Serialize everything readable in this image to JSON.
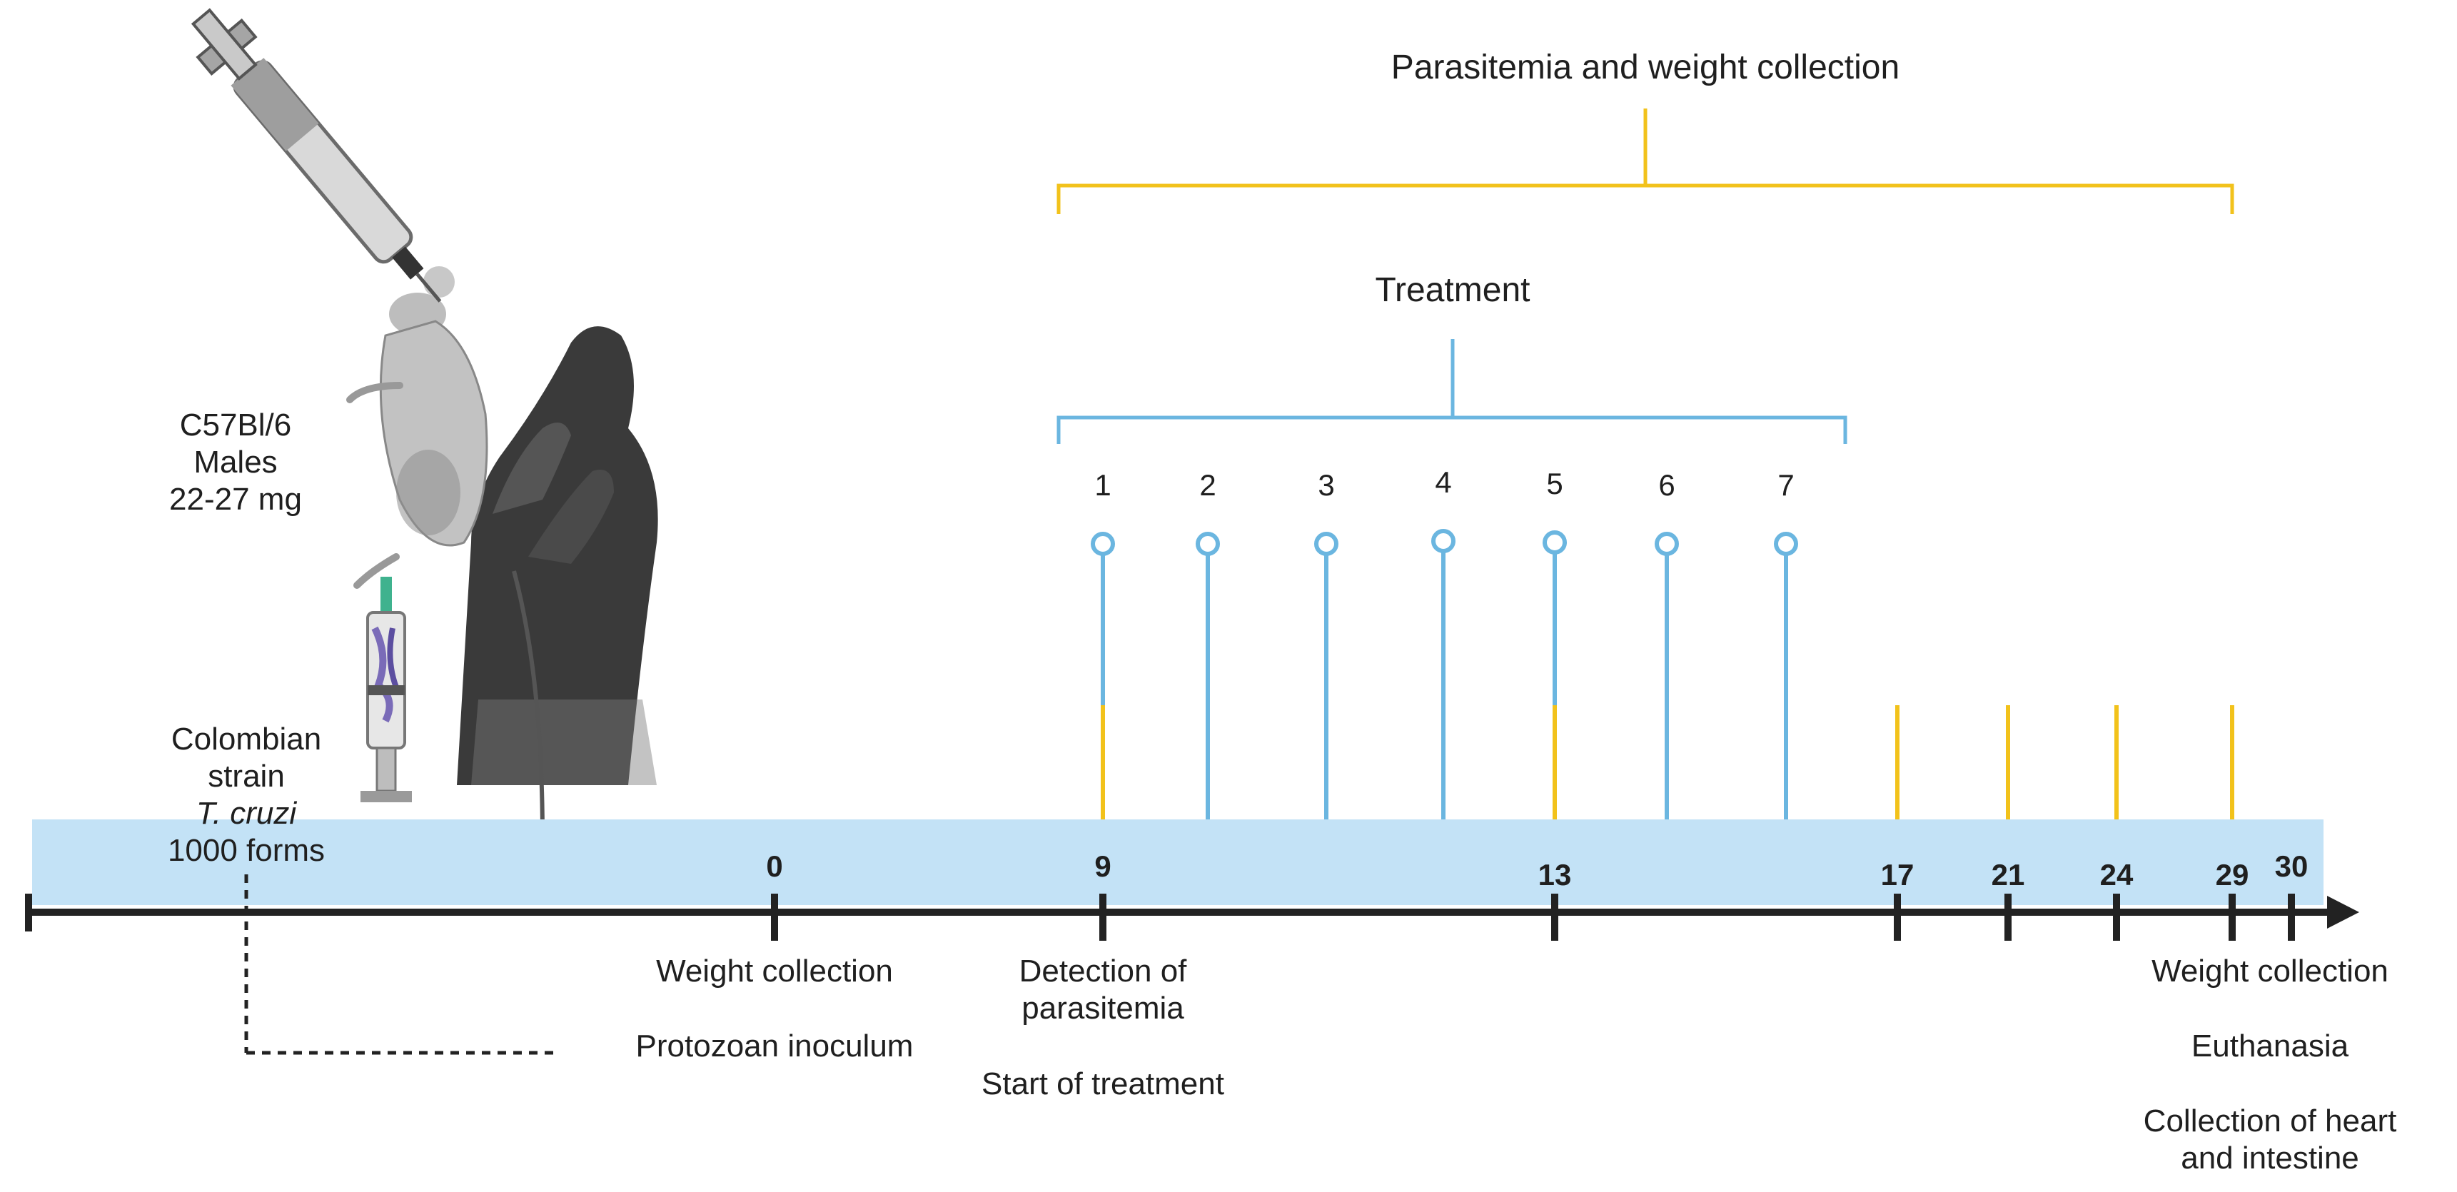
{
  "headers": {
    "parasitemia": "Parasitemia and weight collection",
    "treatment": "Treatment"
  },
  "animal": {
    "line1": "C57Bl/6",
    "line2": "Males",
    "line3": "22-27 mg"
  },
  "inoculum": {
    "line1": "Colombian",
    "line2": "strain",
    "line3": "T. cruzi",
    "line4": "1000 forms"
  },
  "treatment_doses": [
    "1",
    "2",
    "3",
    "4",
    "5",
    "6",
    "7"
  ],
  "timeline_days": [
    "0",
    "9",
    "13",
    "17",
    "21",
    "24",
    "29",
    "30"
  ],
  "events": {
    "day0_a": "Weight collection",
    "day0_b": "Protozoan inoculum",
    "day9_a": "Detection of",
    "day9_b": "parasitemia",
    "day9_c": "Start of treatment",
    "end_a": "Weight collection",
    "end_b": "Euthanasia",
    "end_c": "Collection of heart",
    "end_d": "and intestine"
  },
  "colors": {
    "parasitemia_bracket": "#f2c21b",
    "treatment_bracket": "#6bb6e0",
    "timeline_band": "#c3e2f6",
    "axis": "#222222"
  },
  "icons": [
    "mouse-icon",
    "hand-icon",
    "syringe-icon",
    "small-syringe-icon"
  ]
}
